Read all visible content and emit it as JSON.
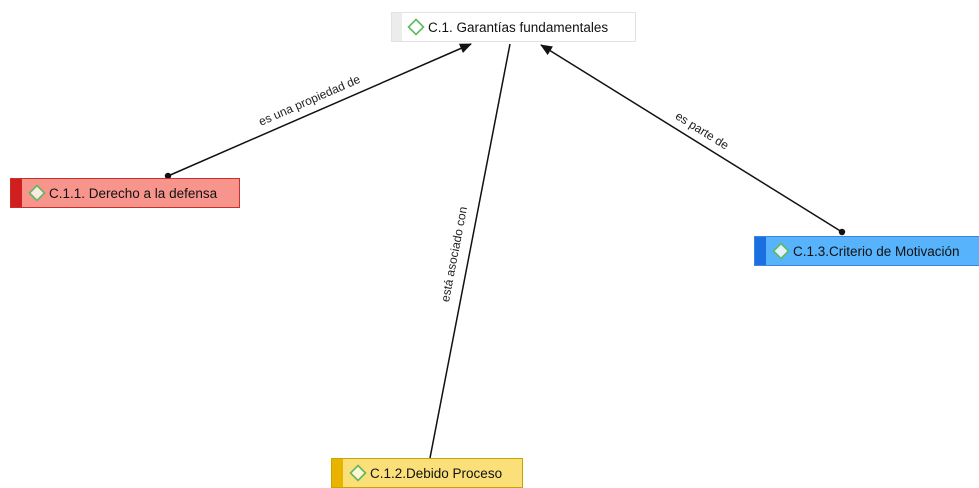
{
  "nodes": {
    "root": {
      "label": "C.1. Garantías fundamentales",
      "fill": "#ffffff",
      "accent": "#ececec",
      "icon": "diamond-icon"
    },
    "c11": {
      "label": "C.1.1. Derecho a la defensa",
      "fill": "#f7958d",
      "accent": "#cf1f1f",
      "icon": "diamond-icon"
    },
    "c12": {
      "label": "C.1.2.Debido Proceso",
      "fill": "#fbe07a",
      "accent": "#e8b400",
      "icon": "diamond-icon"
    },
    "c13": {
      "label": "C.1.3.Criterio de Motivación",
      "fill": "#57b3fb",
      "accent": "#1c6fe0",
      "icon": "diamond-icon"
    }
  },
  "edges": [
    {
      "from": "c11",
      "to": "root",
      "label": "es una propiedad de"
    },
    {
      "from": "c12",
      "to": "root",
      "label": "está asociado con"
    },
    {
      "from": "c13",
      "to": "root",
      "label": "es parte de"
    }
  ],
  "colors": {
    "line": "#111111",
    "icon_stroke": "#5fb85f"
  }
}
